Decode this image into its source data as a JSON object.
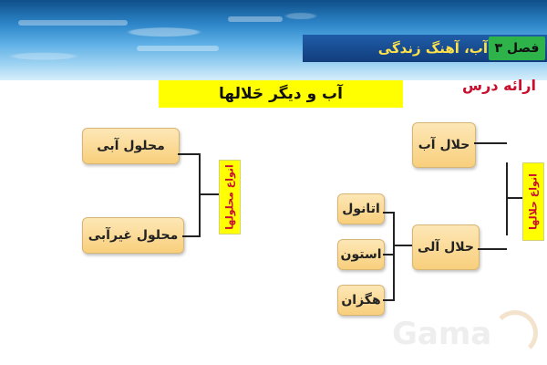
{
  "header": {
    "chapter_badge": "فصل ۳",
    "chapter_title": "آب، آهنگ زندگی",
    "lesson_label": "ارائه درس"
  },
  "main_title": "آب و دیگر حَلالها",
  "left_group": {
    "label": "انواع محلولها",
    "items": [
      "محلول آبی",
      "محلول غیرآبی"
    ]
  },
  "right_group": {
    "label": "انواع حلالها",
    "items": [
      "حلال آب",
      "حلال آلی"
    ],
    "organic_examples": [
      "اتانول",
      "استون",
      "هگزان"
    ]
  },
  "watermark": "Gama"
}
